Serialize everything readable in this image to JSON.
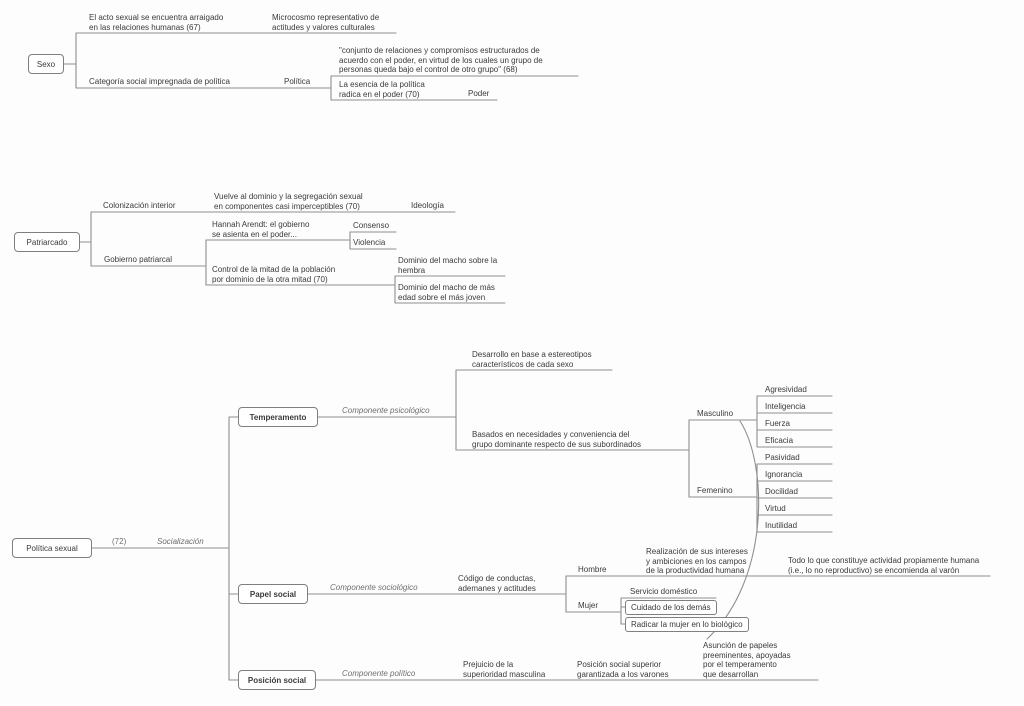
{
  "colors": {
    "line": "#8f8f8f",
    "text": "#3a3a3a",
    "label": "#6e6e6e",
    "border": "#7f7f7f"
  },
  "sexo": {
    "root": "Sexo",
    "acto": "El acto sexual se encuentra arraigado\nen las relaciones humanas (67)",
    "microcosmo": "Microcosmo representativo de\nactitudes y valores culturales",
    "categoria": "Categoría social impregnada de política",
    "politica_label": "Política",
    "quote": "\"conjunto de relaciones y compromisos estructurados de\nacuerdo con el poder, en virtud de los cuales un grupo de\npersonas queda bajo el control de otro grupo\" (68)",
    "esencia": "La esencia de la política\nradica en el poder (70)",
    "poder_label": "Poder"
  },
  "patriarcado": {
    "root": "Patriarcado",
    "colonizacion": "Colonización interior",
    "vuelve": "Vuelve al dominio y la segregación sexual\nen componentes casi imperceptibles (70)",
    "ideologia_label": "Ideología",
    "gobierno": "Gobierno patriarcal",
    "arendt": "Hannah Arendt: el gobierno\nse asienta en el poder...",
    "consenso": "Consenso",
    "violencia": "Violencia",
    "control": "Control de la mitad de la población\npor dominio de la otra mitad (70)",
    "dominio_hembra": "Dominio del macho sobre la\nhembra",
    "dominio_joven": "Dominio del macho de más\nedad sobre el más joven"
  },
  "politica_sexual": {
    "root": "Política sexual",
    "page_label": "(72)",
    "socializacion": "Socialización",
    "temperamento": {
      "title": "Temperamento",
      "componente": "Componente psicológico",
      "desarrollo": "Desarrollo en base a estereotipos\ncaracterísticos de cada sexo",
      "basados": "Basados en necesidades y conveniencia del\ngrupo dominante respecto de sus subordinados",
      "masculino": {
        "title": "Masculino",
        "traits": [
          "Agresividad",
          "Inteligencia",
          "Fuerza",
          "Eficacia"
        ]
      },
      "femenino": {
        "title": "Femenino",
        "traits": [
          "Pasividad",
          "Ignorancia",
          "Docilidad",
          "Virtud",
          "Inutilidad"
        ]
      }
    },
    "papel": {
      "title": "Papel social",
      "componente": "Componente sociológico",
      "codigo": "Código de conductas,\nademanes y actitudes",
      "hombre": {
        "title": "Hombre",
        "realizacion": "Realización de sus intereses\ny ambiciones en los campos\nde la productividad humana",
        "todo": "Todo lo que constituye actividad propiamente humana\n(i.e., lo no reproductivo) se encomienda al varón"
      },
      "mujer": {
        "title": "Mujer",
        "servicio": "Servicio doméstico",
        "cuidado": "Cuidado de los demás",
        "radicar": "Radicar la mujer en lo biológico"
      }
    },
    "posicion": {
      "title": "Posición social",
      "componente": "Componente político",
      "prejuicio": "Prejuicio de la\nsuperioridad masculina",
      "superior": "Posición social superior\ngarantizada a los varones",
      "asuncion": "Asunción de papeles\npreeminentes, apoyadas\npor el temperamento\nque desarrollan"
    }
  }
}
